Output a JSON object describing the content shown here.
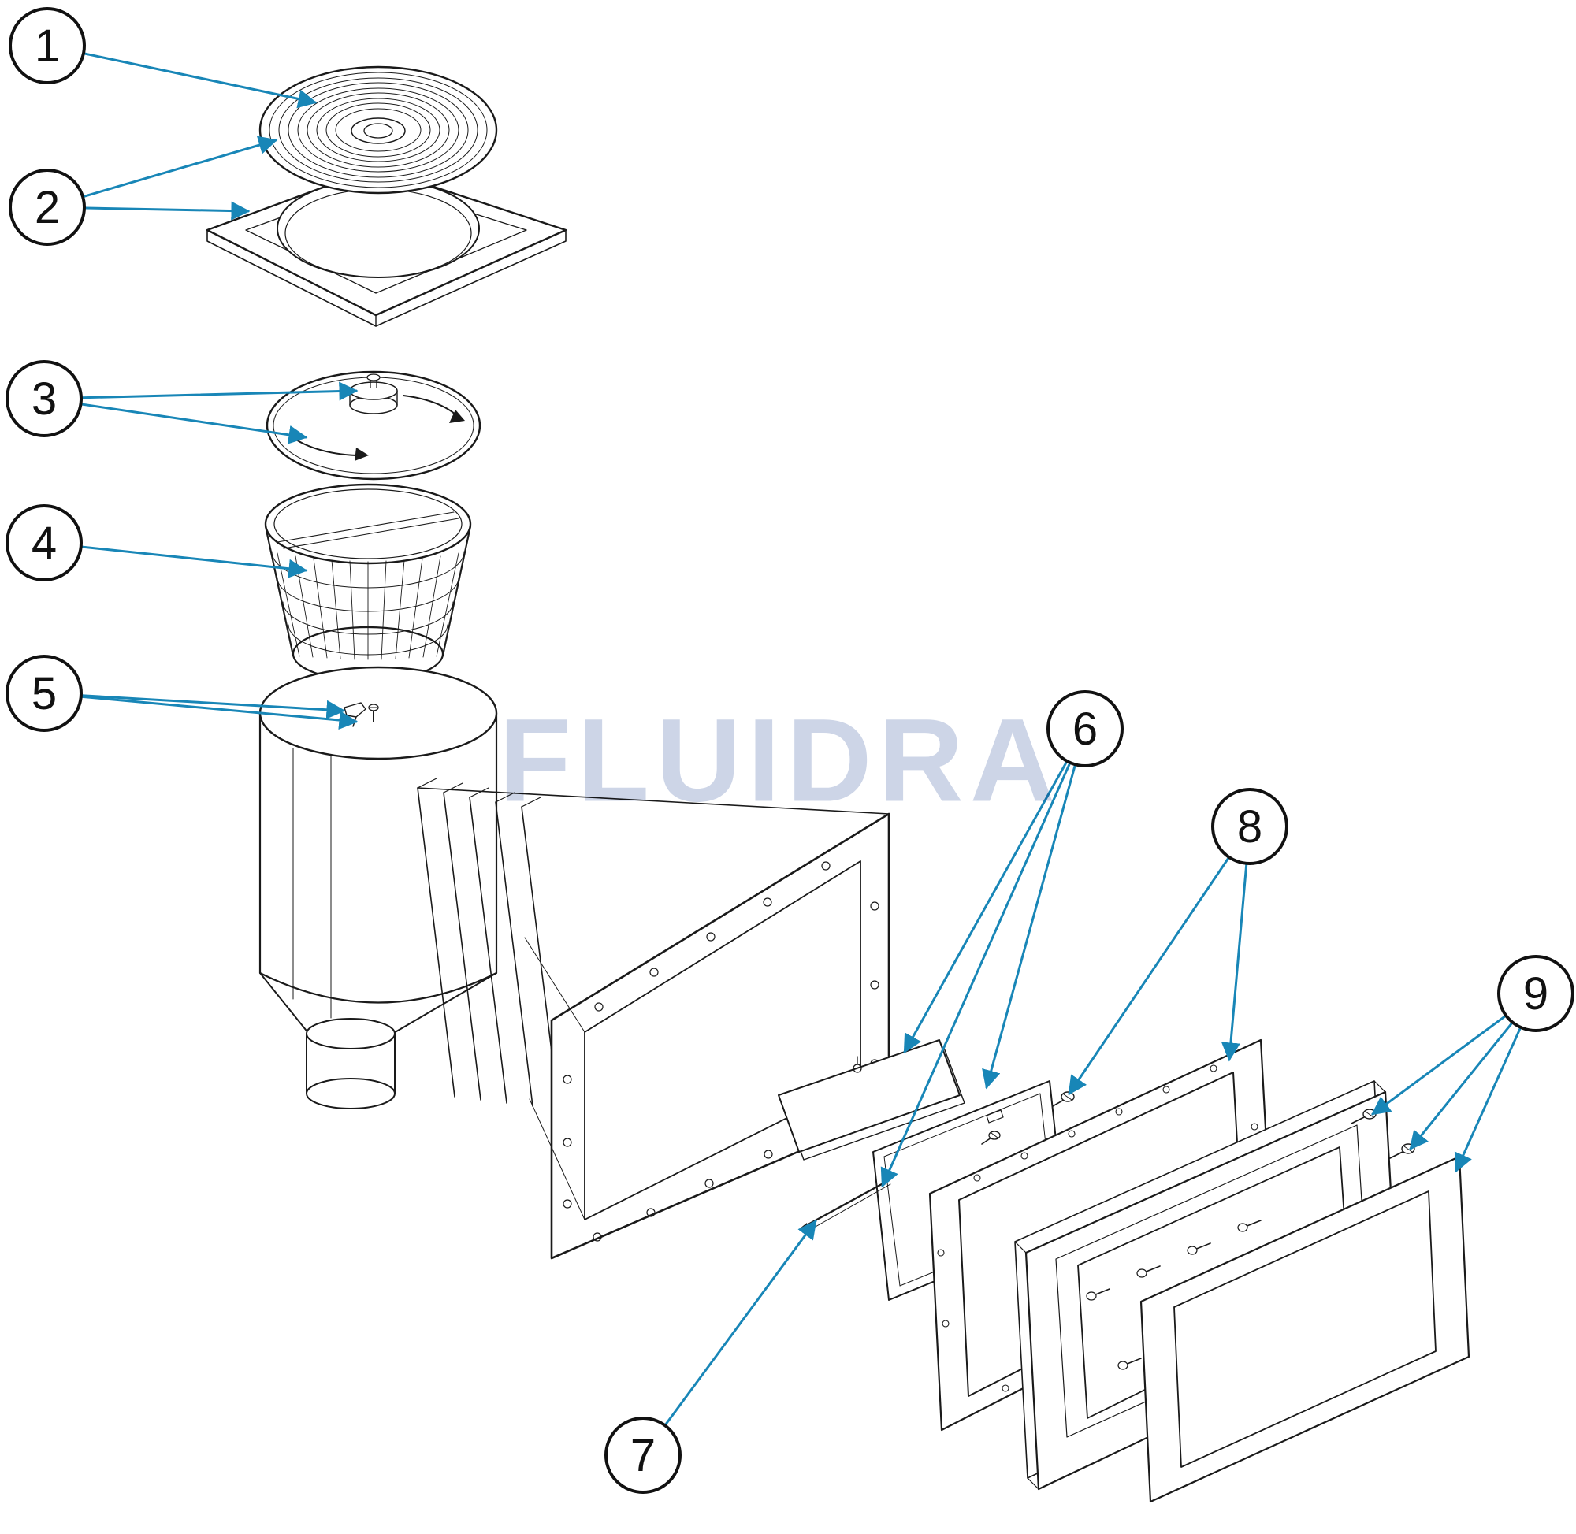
{
  "diagram": {
    "watermark": "FLUIDRA",
    "callouts": [
      {
        "label": "1"
      },
      {
        "label": "2"
      },
      {
        "label": "3"
      },
      {
        "label": "4"
      },
      {
        "label": "5"
      },
      {
        "label": "6"
      },
      {
        "label": "7"
      },
      {
        "label": "8"
      },
      {
        "label": "9"
      }
    ]
  },
  "colors": {
    "leader_color": "#1886b7",
    "line_color": "#111111",
    "watermark_color": "#cdd5e7"
  }
}
